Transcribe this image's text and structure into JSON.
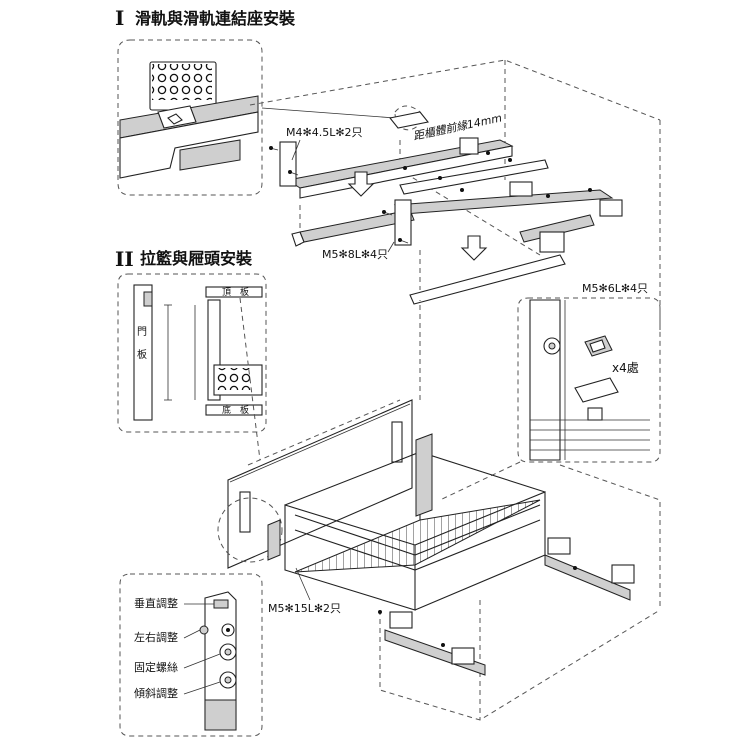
{
  "sections": [
    {
      "numeral": "I",
      "title": "滑軌與滑軌連結座安裝"
    },
    {
      "numeral": "II",
      "title": "拉籃與屜頭安裝"
    }
  ],
  "screw_labels": {
    "a": "M4✻4.5L✻2只",
    "b": "M5✻8L✻4只",
    "c": "M5✻6L✻4只",
    "d": "M5✻15L✻2只"
  },
  "edge_note": "距櫃體前緣14mm",
  "quantity": "x4處",
  "panel": {
    "top": "頂　板",
    "bottom": "底　板",
    "door_chars": [
      "門",
      "板"
    ]
  },
  "adjust_labels": [
    "垂直調整",
    "左右調整",
    "固定螺絲",
    "傾斜調整"
  ]
}
